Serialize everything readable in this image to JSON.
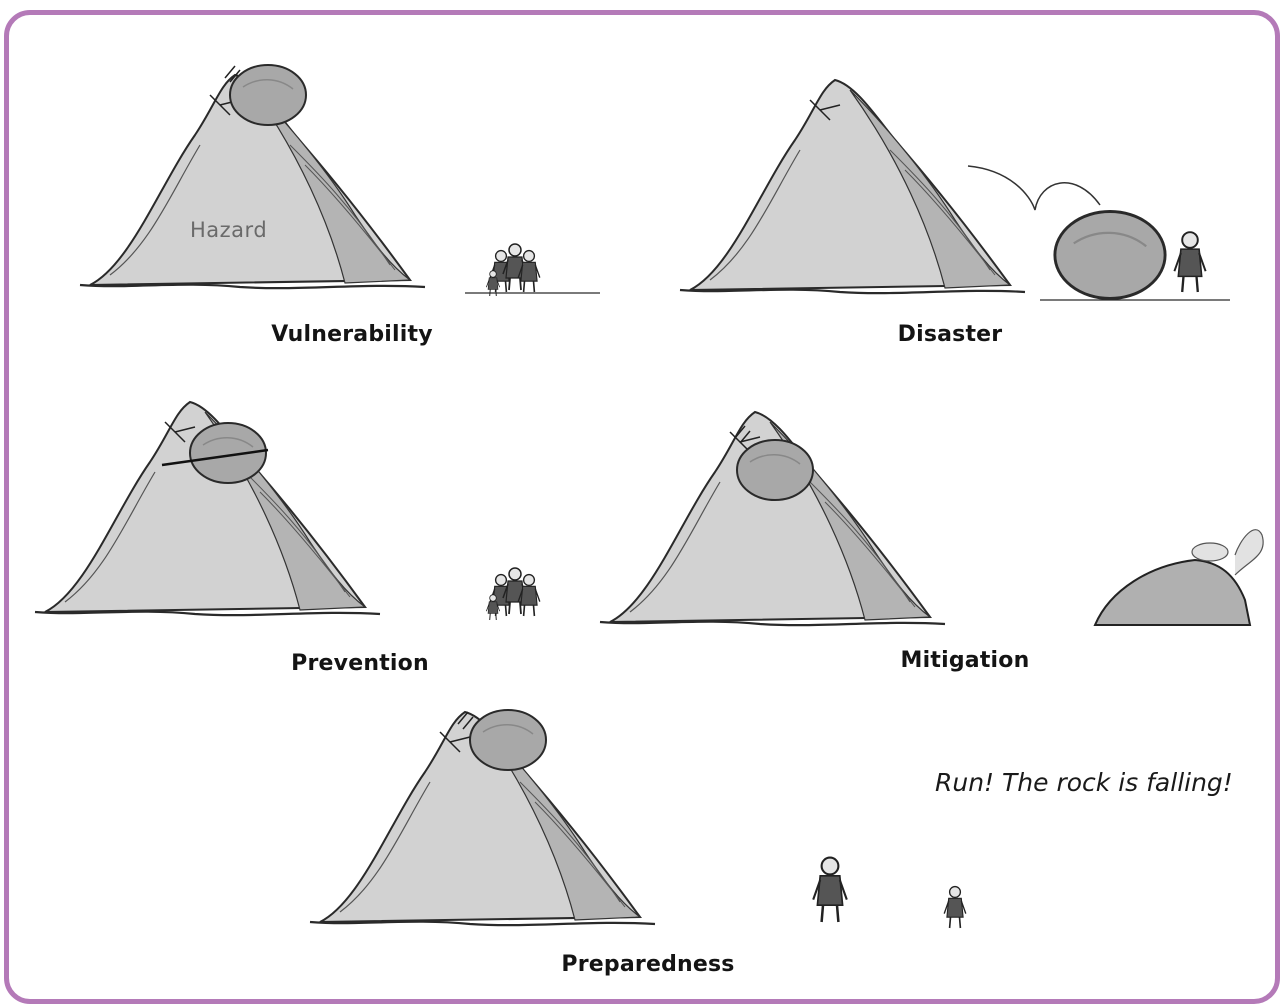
{
  "colors": {
    "border": "#b47ab8",
    "mountain_fill": "#d2d2d2",
    "mountain_shade": "#b4b4b4",
    "rock_fill": "#a8a8a8",
    "ink": "#222222"
  },
  "panels": [
    {
      "id": "vulnerability",
      "caption": "Vulnerability",
      "label_on_mountain": "Hazard"
    },
    {
      "id": "disaster",
      "caption": "Disaster"
    },
    {
      "id": "prevention",
      "caption": "Prevention"
    },
    {
      "id": "mitigation",
      "caption": "Mitigation"
    },
    {
      "id": "preparedness",
      "caption": "Preparedness",
      "speech": "Run! The rock is falling!"
    }
  ]
}
